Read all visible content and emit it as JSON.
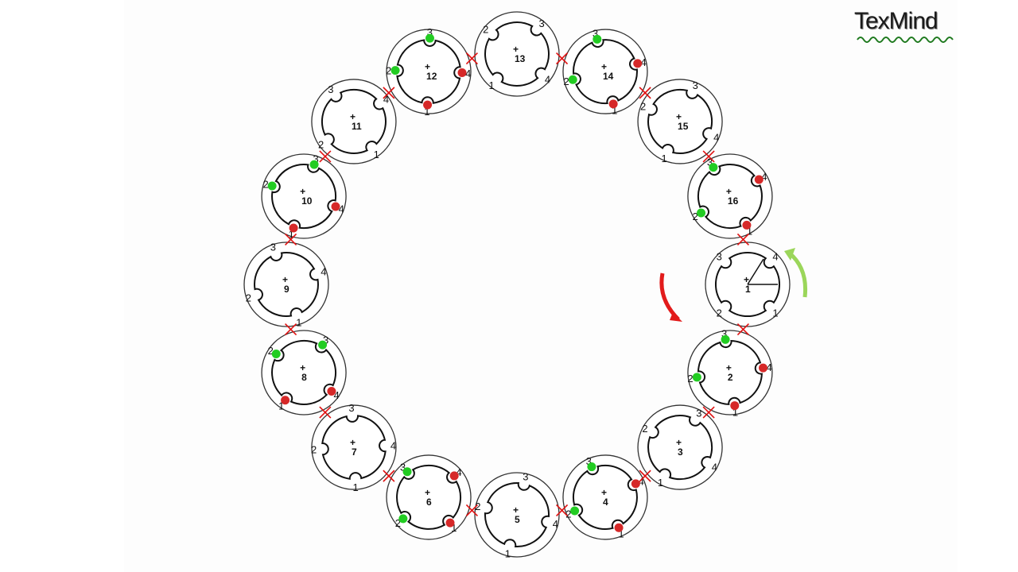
{
  "logo": {
    "text": "TexMind"
  },
  "colors": {
    "red": "#d62828",
    "green": "#22cc22",
    "cross": "#e01010",
    "arrow_red": "#e21b1b",
    "arrow_green": "#9bd65a"
  },
  "units": [
    {
      "id": "1",
      "ports": [
        "1",
        "2",
        "3",
        "4"
      ],
      "dots": []
    },
    {
      "id": "2",
      "ports": [
        "1",
        "2",
        "3",
        "4"
      ],
      "dots": [
        "red",
        "green",
        "green",
        "red"
      ]
    },
    {
      "id": "3",
      "ports": [
        "1",
        "2",
        "3",
        "4"
      ],
      "dots": []
    },
    {
      "id": "4",
      "ports": [
        "1",
        "2",
        "3",
        "4"
      ],
      "dots": [
        "red",
        "green",
        "green",
        "red"
      ]
    },
    {
      "id": "5",
      "ports": [
        "1",
        "2",
        "3",
        "4"
      ],
      "dots": []
    },
    {
      "id": "6",
      "ports": [
        "1",
        "2",
        "3",
        "4"
      ],
      "dots": [
        "red",
        "green",
        "green",
        "red"
      ]
    },
    {
      "id": "7",
      "ports": [
        "1",
        "2",
        "3",
        "4"
      ],
      "dots": []
    },
    {
      "id": "8",
      "ports": [
        "1",
        "2",
        "3",
        "4"
      ],
      "dots": [
        "red",
        "green",
        "green",
        "red"
      ]
    },
    {
      "id": "9",
      "ports": [
        "1",
        "2",
        "3",
        "4"
      ],
      "dots": []
    },
    {
      "id": "10",
      "ports": [
        "1",
        "2",
        "3",
        "4"
      ],
      "dots": [
        "red",
        "green",
        "green",
        "red"
      ]
    },
    {
      "id": "11",
      "ports": [
        "1",
        "2",
        "3",
        "4"
      ],
      "dots": []
    },
    {
      "id": "12",
      "ports": [
        "1",
        "2",
        "3",
        "4"
      ],
      "dots": [
        "red",
        "green",
        "green",
        "red"
      ]
    },
    {
      "id": "13",
      "ports": [
        "1",
        "2",
        "3",
        "4"
      ],
      "dots": []
    },
    {
      "id": "14",
      "ports": [
        "1",
        "2",
        "3",
        "4"
      ],
      "dots": [
        "red",
        "green",
        "green",
        "red"
      ]
    },
    {
      "id": "15",
      "ports": [
        "1",
        "2",
        "3",
        "4"
      ],
      "dots": []
    },
    {
      "id": "16",
      "ports": [
        "1",
        "2",
        "3",
        "4"
      ],
      "dots": [
        "red",
        "green",
        "green",
        "red"
      ]
    }
  ],
  "arrows": [
    {
      "name": "rotation-arrow-red",
      "color": "red",
      "direction": "clockwise"
    },
    {
      "name": "rotation-arrow-green",
      "color": "green",
      "direction": "counterclockwise"
    }
  ]
}
